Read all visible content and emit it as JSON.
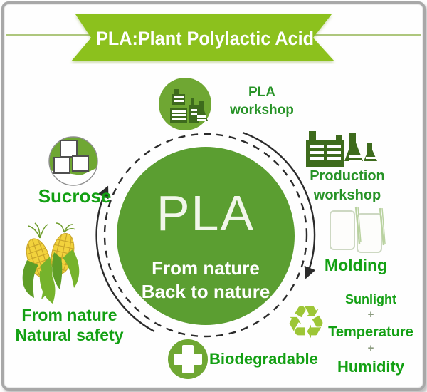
{
  "banner": {
    "title": "PLA:Plant Polylactic Acid"
  },
  "center_circle": {
    "acronym": "PLA",
    "tagline_line1": "From nature",
    "tagline_line2": "Back to nature"
  },
  "labels": {
    "pla_workshop": {
      "line1": "PLA",
      "line2": "workshop"
    },
    "production_workshop": {
      "line1": "Production",
      "line2": "workshop"
    },
    "molding": "Molding",
    "sunlight": "Sunlight",
    "plus1": "+",
    "temperature": "Temperature",
    "plus2": "+",
    "humidity": "Humidity",
    "biodegradable": "Biodegradable",
    "from_nature_line1": "From nature",
    "from_nature_line2": "Natural safety",
    "sucrose": "Sucrose"
  },
  "icons": {
    "recycle_glyph": "♻",
    "pla_workshop": "factory-in-circle",
    "production_workshop": "factory-buildings",
    "molding": "plastic-cups",
    "biodegradable": "plus-cross-in-circle",
    "sucrose": "sugar-cubes-in-circle",
    "from_nature": "corn-ears",
    "cycle": "clockwise-dashed-circle-arrows"
  },
  "colors": {
    "banner-green": "#8cc11d",
    "banner-line": "#aec77d",
    "circle-green": "#5b9e31",
    "label-green": "#13a013",
    "workshop-label-green": "#279327",
    "plus-gray": "#8c9c80",
    "icon-circle-green": "#6fa733",
    "icon-dark-green": "#3e6b1d",
    "recycle-green": "#9dc636",
    "corn-yellow": "#f2d23c",
    "corn-grid": "#c9a52a",
    "husk-green": "#76b32c",
    "husk-dark": "#5f9e27",
    "arrow-black": "#2b2b2b",
    "frame-gray": "#a8a8a8",
    "cup-outline": "#cdd8c2",
    "straw-green": "#b9d2a0"
  }
}
